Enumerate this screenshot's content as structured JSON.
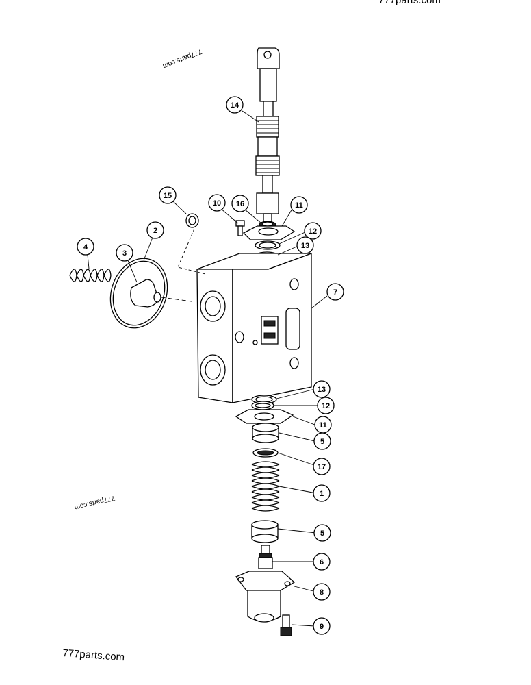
{
  "watermarks": {
    "top": "777parts.com",
    "bottom": "777parts.com",
    "rotated_1": "777parts.com",
    "rotated_2": "777parts.com"
  },
  "callouts": [
    {
      "id": "c14",
      "label": "14"
    },
    {
      "id": "c15",
      "label": "15"
    },
    {
      "id": "c10",
      "label": "10"
    },
    {
      "id": "c16",
      "label": "16"
    },
    {
      "id": "c11a",
      "label": "11"
    },
    {
      "id": "c12a",
      "label": "12"
    },
    {
      "id": "c13a",
      "label": "13"
    },
    {
      "id": "c2",
      "label": "2"
    },
    {
      "id": "c4",
      "label": "4"
    },
    {
      "id": "c3",
      "label": "3"
    },
    {
      "id": "c7",
      "label": "7"
    },
    {
      "id": "c13b",
      "label": "13"
    },
    {
      "id": "c12b",
      "label": "12"
    },
    {
      "id": "c11b",
      "label": "11"
    },
    {
      "id": "c5a",
      "label": "5"
    },
    {
      "id": "c17",
      "label": "17"
    },
    {
      "id": "c1",
      "label": "1"
    },
    {
      "id": "c5b",
      "label": "5"
    },
    {
      "id": "c6",
      "label": "6"
    },
    {
      "id": "c8",
      "label": "8"
    },
    {
      "id": "c9",
      "label": "9"
    }
  ]
}
